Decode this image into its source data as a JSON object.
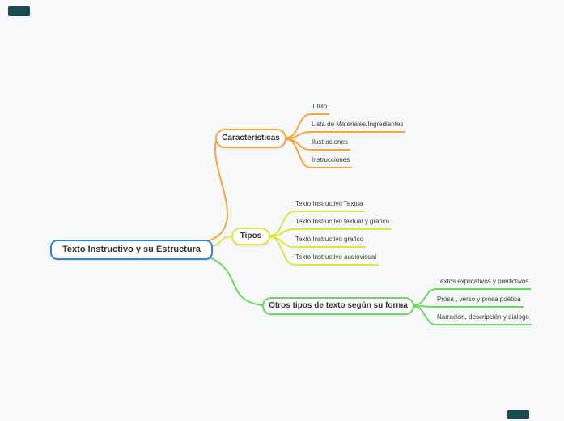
{
  "root": {
    "label": "Texto Instructivo y su Estructura"
  },
  "branches": [
    {
      "label": "Características",
      "color": "#f7a43c",
      "children": [
        "Titulo",
        "Lista de Materiales/Ingredientes",
        "Ilustraciones",
        "Instrucciones"
      ]
    },
    {
      "label": "Tipos",
      "color": "#e0e445",
      "children": [
        "Texto Instructivo Textua",
        "Texto Instructivo textual y grafico",
        "Texto Instructivo grafico",
        "Texto Instructivo audiovisual"
      ]
    },
    {
      "label": "Otros tipos de texto según su forma",
      "color": "#6bd95e",
      "children": [
        "Textos explicativos y predictivos",
        "Prosa , verso y prosa poética",
        "Narración, descripción y dialogo"
      ]
    }
  ],
  "colors": {
    "root_border": "#2e86d1",
    "branch_caracteristicas": "#f7a43c",
    "branch_tipos": "#e0e445",
    "branch_otros": "#6bd95e",
    "background": "#f7f8f9",
    "watermark": "#1c4a52"
  }
}
